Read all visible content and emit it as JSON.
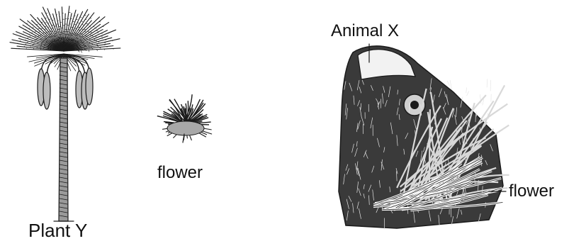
{
  "labels": {
    "plant": "Plant Y",
    "flower_single": "flower",
    "animal": "Animal X",
    "flower_on_animal": "flower"
  },
  "icons": {
    "palm": "palm-tree-icon",
    "flower": "spiky-flower-icon",
    "animal": "animal-on-flower-icon"
  },
  "colors": {
    "ink": "#1a1a1a"
  }
}
